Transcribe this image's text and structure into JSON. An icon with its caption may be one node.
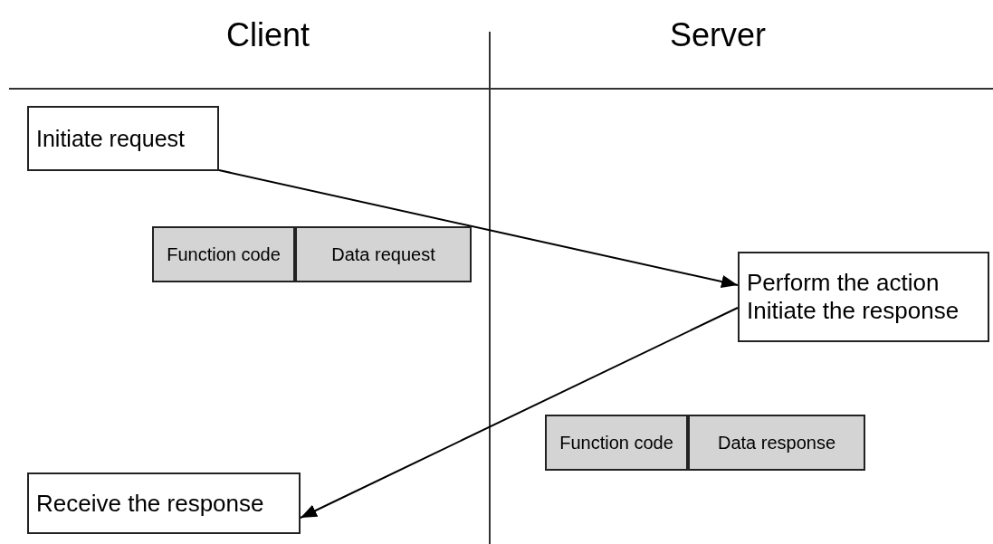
{
  "diagram": {
    "nodes": [
      {
        "text": [
          "Initiate request"
        ]
      },
      {
        "text": [
          "Function code"
        ]
      },
      {
        "text": [
          "Data request"
        ]
      },
      {
        "text": [
          "Perform the action",
          "Initiate the response"
        ]
      },
      {
        "text": [
          "Function code"
        ]
      },
      {
        "text": [
          "Data response"
        ]
      },
      {
        "text": [
          "Receive the response"
        ]
      }
    ],
    "edges": [
      {
        "from": 0,
        "to": 3,
        "arrow": "to"
      },
      {
        "from": 3,
        "to": 6,
        "arrow": "to"
      }
    ],
    "labels": [
      "Client",
      "Server"
    ]
  }
}
